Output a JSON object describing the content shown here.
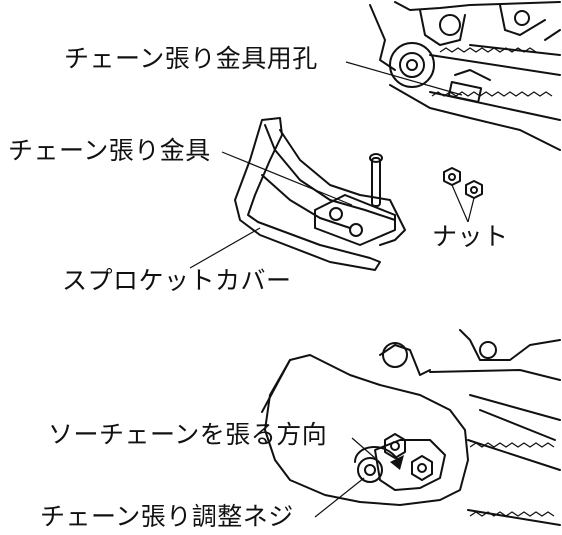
{
  "top_panel": {
    "labels": {
      "chain_adjuster_hole": "チェーン張り金具用孔",
      "chain_adjuster": "チェーン張り金具",
      "nuts": "ナット",
      "sprocket_cover": "スプロケットカバー"
    }
  },
  "bottom_panel": {
    "labels": {
      "tension_direction": "ソーチェーンを張る方向",
      "tension_screw": "チェーン張り調整ネジ"
    }
  }
}
